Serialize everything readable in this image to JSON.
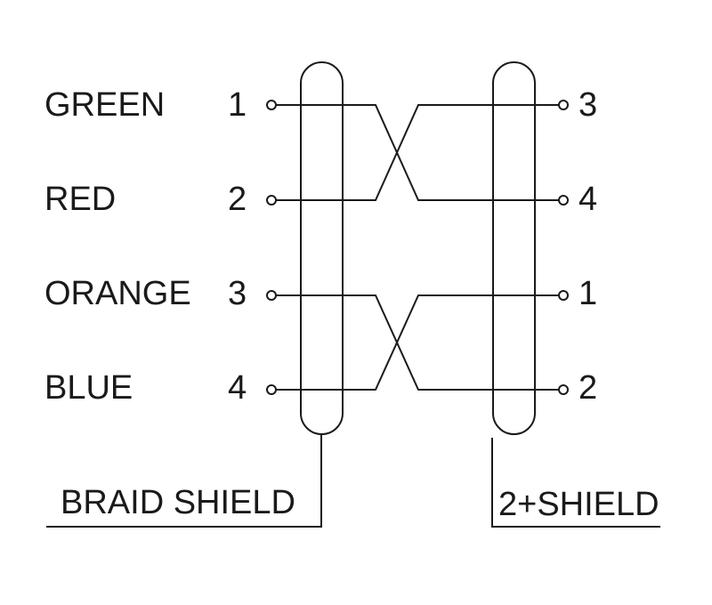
{
  "left_pins": [
    {
      "color": "GREEN",
      "number": "1"
    },
    {
      "color": "RED",
      "number": "2"
    },
    {
      "color": "ORANGE",
      "number": "3"
    },
    {
      "color": "BLUE",
      "number": "4"
    }
  ],
  "right_pins": [
    {
      "number": "3"
    },
    {
      "number": "4"
    },
    {
      "number": "1"
    },
    {
      "number": "2"
    }
  ],
  "left_shield_label": "BRAID SHIELD",
  "right_shield_label": "2+SHIELD"
}
